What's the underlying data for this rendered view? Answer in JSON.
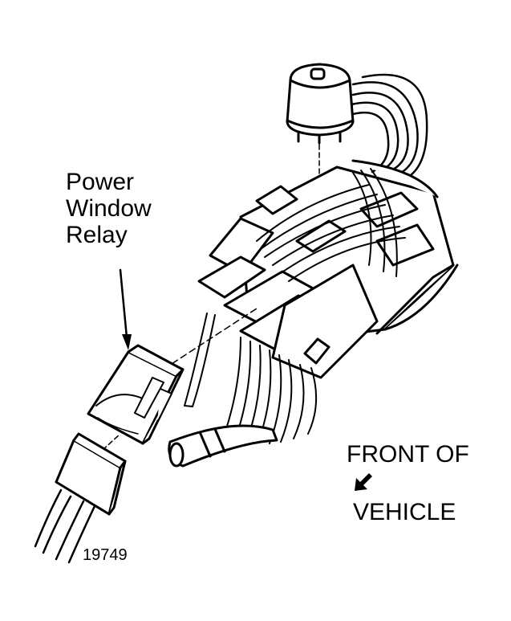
{
  "callout": {
    "line1": "Power",
    "line2": "Window",
    "line3": "Relay"
  },
  "orientation": {
    "line1": "FRONT OF",
    "line2": "VEHICLE",
    "arrow_icon": "arrow-down-left-icon"
  },
  "figure_number": "19749",
  "colors": {
    "ink": "#000000",
    "paper": "#ffffff"
  }
}
